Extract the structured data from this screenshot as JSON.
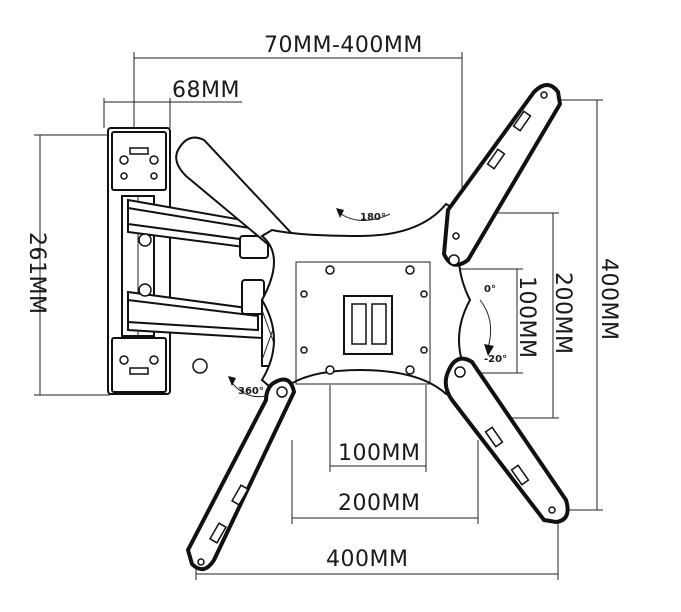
{
  "dimensions": {
    "arm_extension": "70MM-400MM",
    "wall_plate_width": "68MM",
    "wall_plate_height": "261MM",
    "vesa_height_max": "400MM",
    "vesa_height_mid": "200MM",
    "vesa_height_min": "100MM",
    "vesa_width_min": "100MM",
    "vesa_width_mid": "200MM",
    "vesa_width_max": "400MM"
  },
  "rotation": {
    "rotate_label": "180°",
    "swivel_label": "360°",
    "tilt_up_label": "0°",
    "tilt_down_label": "-20°"
  }
}
